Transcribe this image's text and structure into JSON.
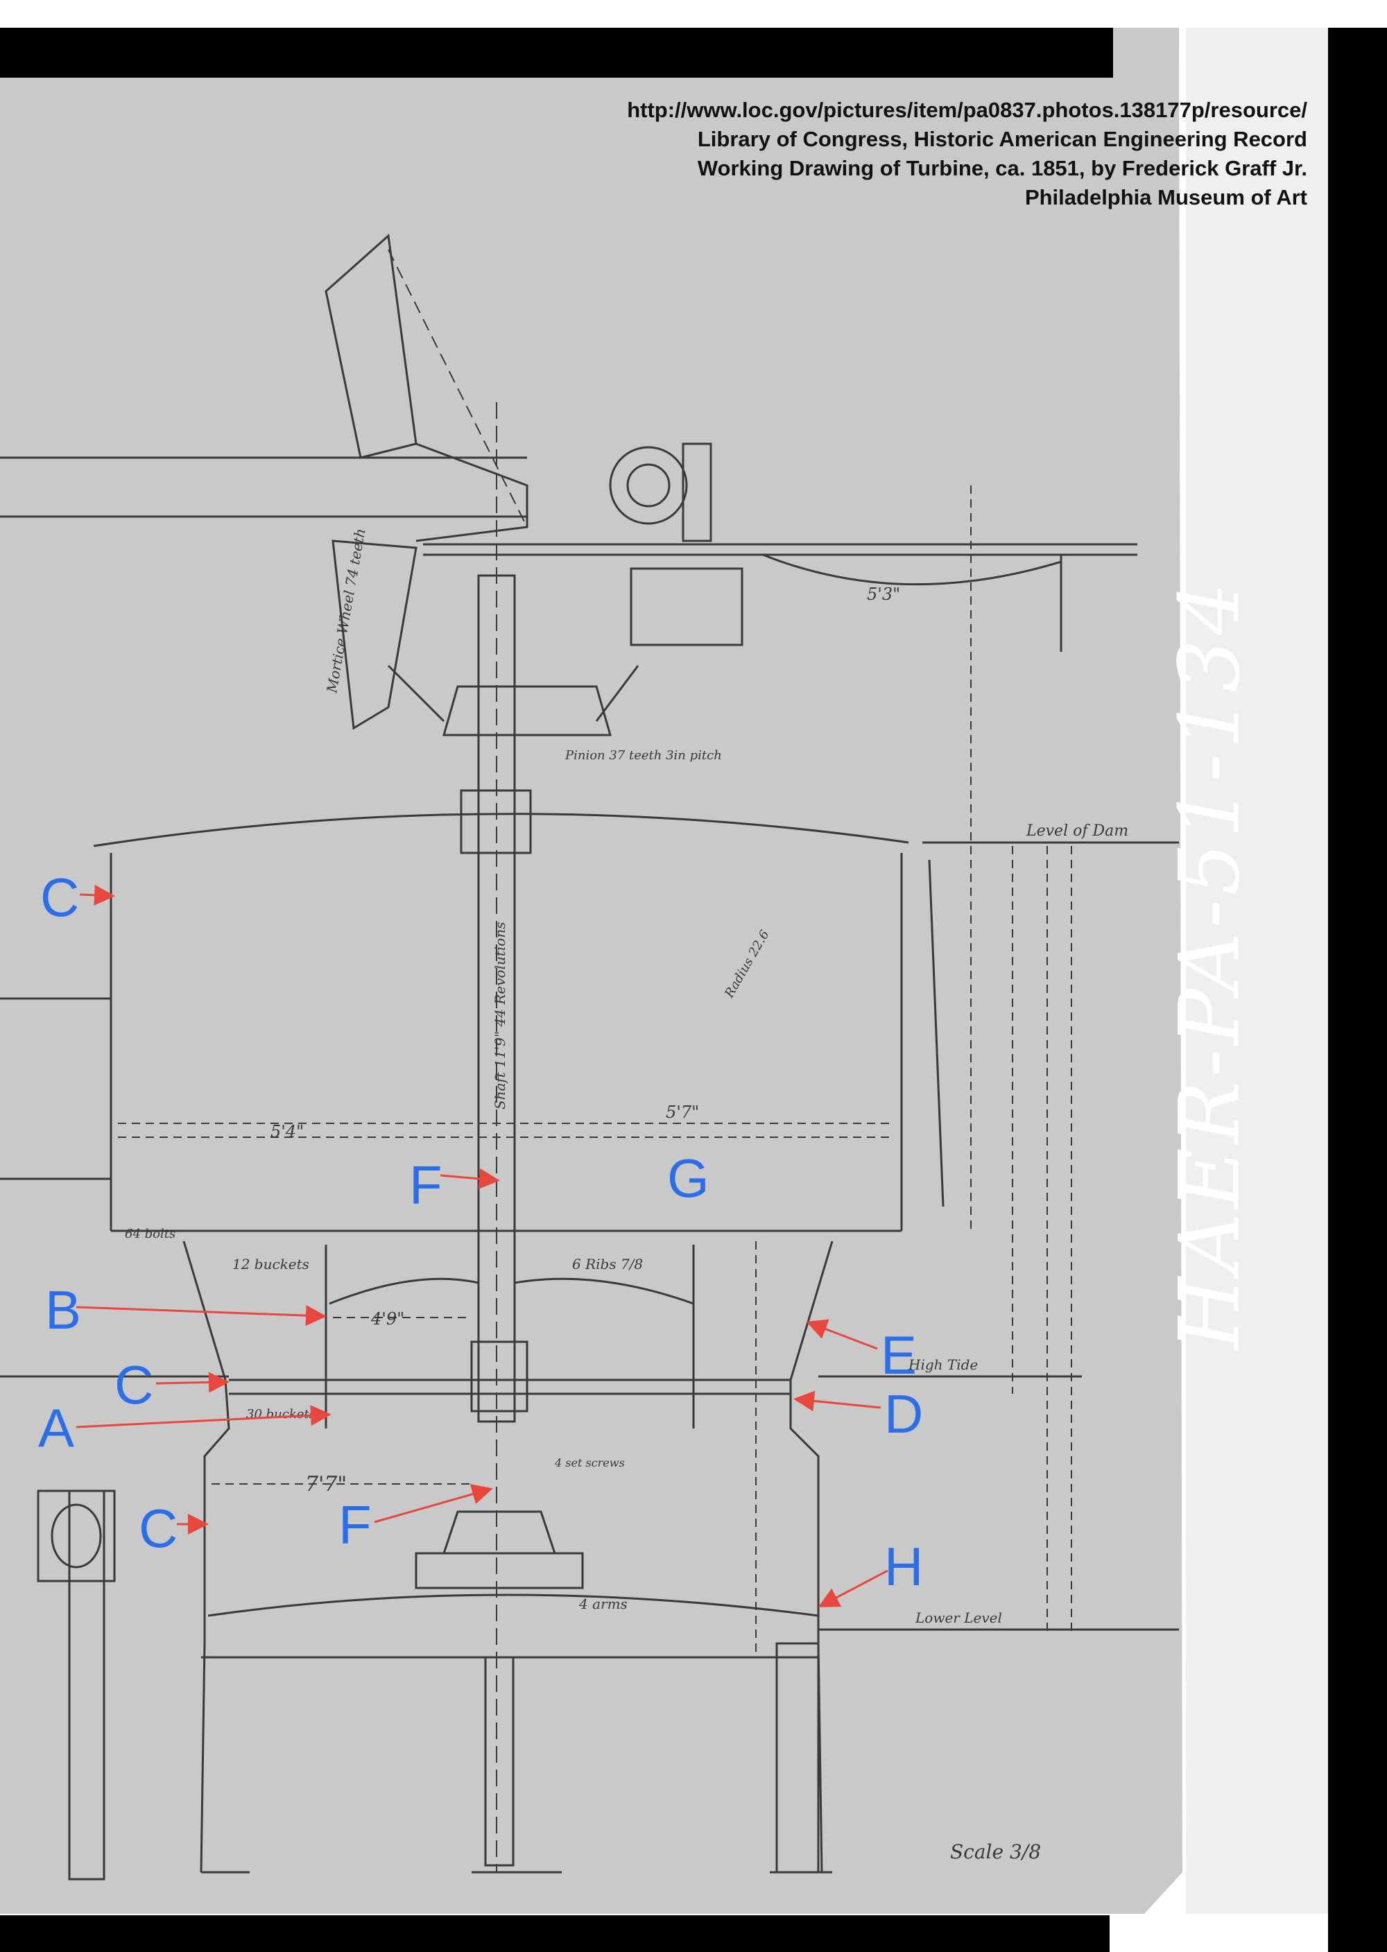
{
  "caption": {
    "line1": "http://www.loc.gov/pictures/item/pa0837.photos.138177p/resource/",
    "line2": "Library of Congress, Historic American Engineering Record",
    "line3": "Working Drawing of Turbine, ca. 1851, by Frederick Graff Jr.",
    "line4": "Philadelphia Museum of Art"
  },
  "record_number": "HAER-PA-51-134",
  "drawing_notes": {
    "level_of_dam": "Level of Dam",
    "high_tide": "High Tide",
    "lower_level": "Lower Level",
    "scale": "Scale 3/8",
    "buckets_12": "12 buckets",
    "buckets_30": "30 buckets",
    "ribs": "6 Ribs 7/8",
    "four_arms": "4 arms",
    "shaft": "Shaft 11'9\" 44 Revolutions",
    "mortice_wheel": "Mortice Wheel 74 teeth",
    "pinion": "Pinion 37 teeth 3in pitch",
    "dim_5_4": "5'4\"",
    "dim_5_7": "5'7\"",
    "dim_7_7": "7'7\"",
    "dim_4_9": "4'9\"",
    "dim_5_3": "5'3\"",
    "set_screws": "4 set screws",
    "radius": "Radius 22.6",
    "bolts_64": "64 bolts"
  },
  "callouts": [
    "A",
    "B",
    "C",
    "D",
    "E",
    "F",
    "G",
    "H"
  ],
  "colors": {
    "paper": "#c9c9c9",
    "ink": "#3a3a3a",
    "callout_blue": "#2b6ee8",
    "arrow_red": "#e8473e",
    "frame_black": "#000000"
  }
}
